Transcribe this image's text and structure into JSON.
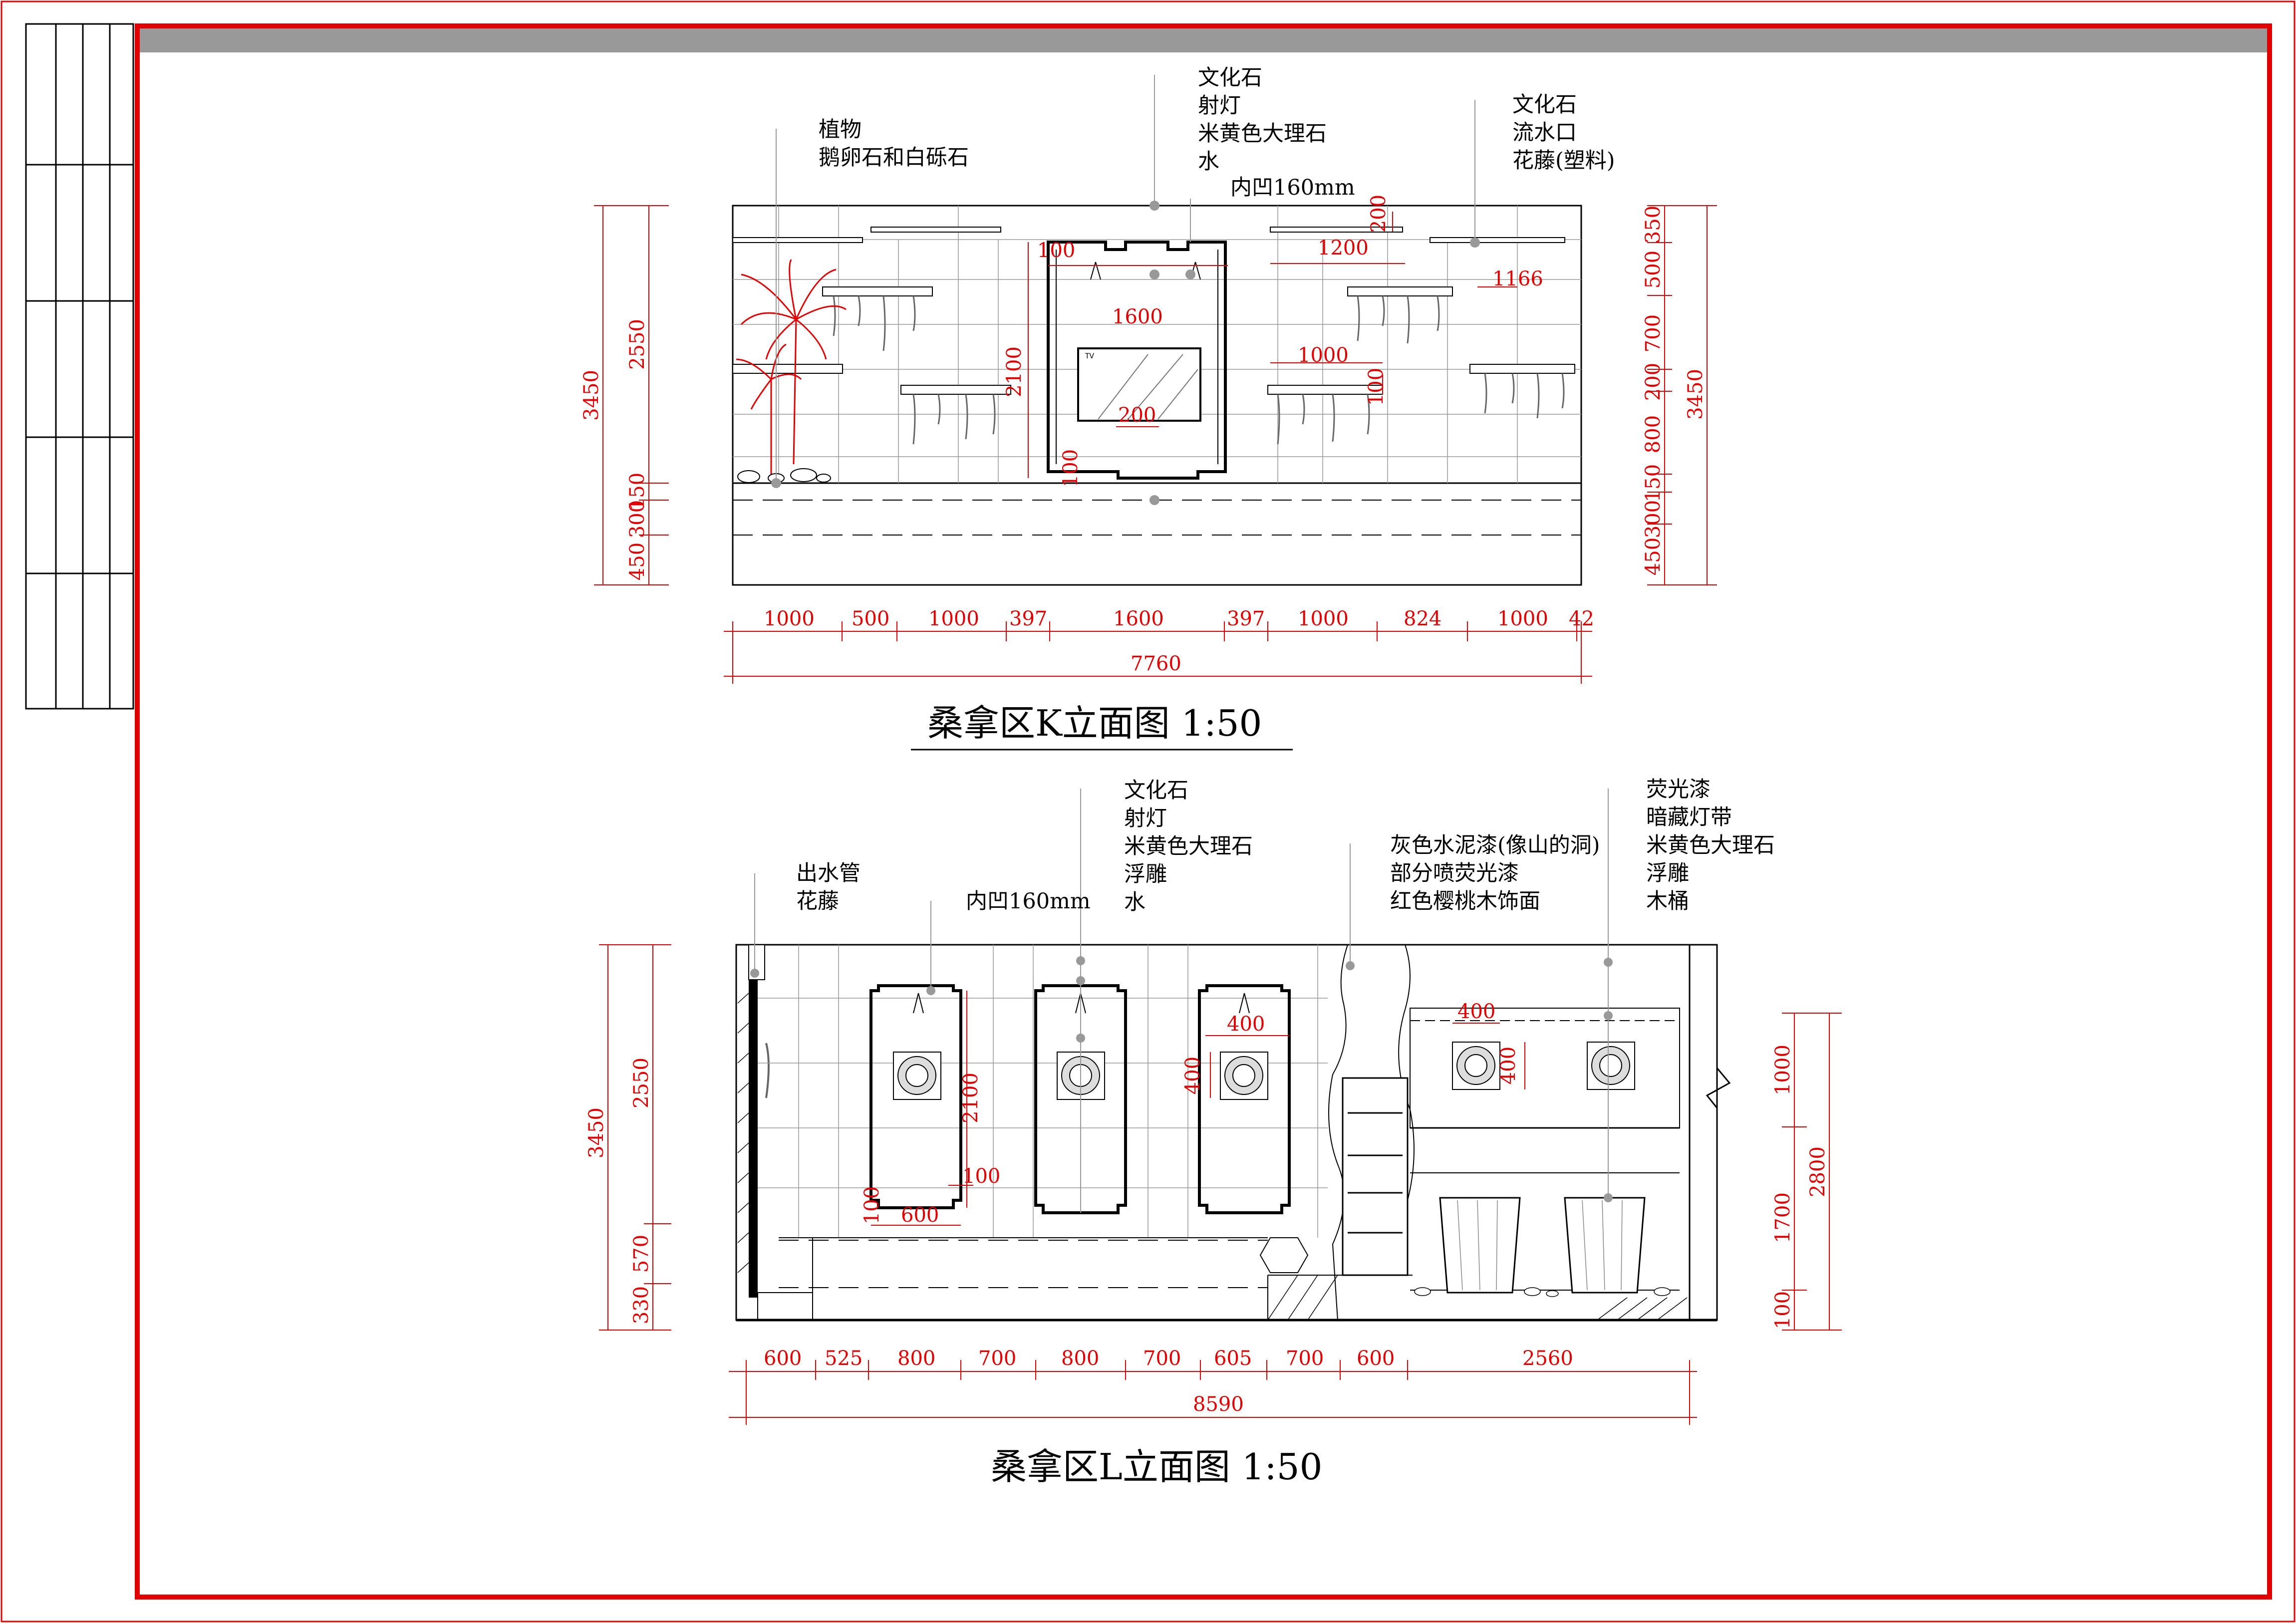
{
  "sheet": {
    "frame_color": "#e00000",
    "line_color": "#000000",
    "dimension_color": "#e00000",
    "header_bar_color": "#999999"
  },
  "k_elevation": {
    "title": "桑拿区K立面图 1:50",
    "callouts_plant": [
      "植物",
      "鹅卵石和白砾石"
    ],
    "callouts_center": [
      "文化石",
      "射灯",
      "米黄色大理石",
      "水"
    ],
    "callout_recess": "内凹160mm",
    "callouts_right": [
      "文化石",
      "流水口",
      "花藤(塑料)"
    ],
    "tv_label": "TV",
    "inner_dims": {
      "d100_top": "100",
      "d1600": "1600",
      "d2100": "2100",
      "d200": "200",
      "d100_bottom": "100",
      "d200_vert": "200",
      "d1200": "1200",
      "d1166": "1166",
      "d1000": "1000",
      "d100_right": "100"
    },
    "left_dims": {
      "total": "3450",
      "upper": "2550",
      "d150": "150",
      "d300": "300",
      "d450": "450"
    },
    "right_dims": [
      "350",
      "500",
      "700",
      "200",
      "800",
      "150",
      "300",
      "450"
    ],
    "right_total": "3450",
    "bottom_dims": [
      "1000",
      "500",
      "1000",
      "397",
      "1600",
      "397",
      "1000",
      "824",
      "1000",
      "42"
    ],
    "bottom_total": "7760"
  },
  "l_elevation": {
    "title": "桑拿区L立面图 1:50",
    "callouts_pipe": [
      "出水管",
      "花藤"
    ],
    "callout_recess": "内凹160mm",
    "callouts_center": [
      "文化石",
      "射灯",
      "米黄色大理石",
      "浮雕",
      "水"
    ],
    "callouts_cement": [
      "灰色水泥漆(像山的洞)",
      "部分喷荧光漆",
      "红色樱桃木饰面"
    ],
    "callouts_right": [
      "荧光漆",
      "暗藏灯带",
      "米黄色大理石",
      "浮雕",
      "木桶"
    ],
    "inner_dims": {
      "d2100": "2100",
      "d100": "100",
      "d100_b": "100",
      "d600": "600",
      "d400_top": "400",
      "d400_side": "400",
      "d400_right_top": "400",
      "d400_right_side": "400"
    },
    "left_dims": {
      "total": "3450",
      "upper": "2550",
      "d570": "570",
      "d330": "330"
    },
    "right_dims": [
      "1000",
      "1700",
      "100"
    ],
    "right_total": "2800",
    "bottom_dims": [
      "600",
      "525",
      "800",
      "700",
      "800",
      "700",
      "605",
      "700",
      "600",
      "2560"
    ],
    "bottom_total": "8590"
  }
}
